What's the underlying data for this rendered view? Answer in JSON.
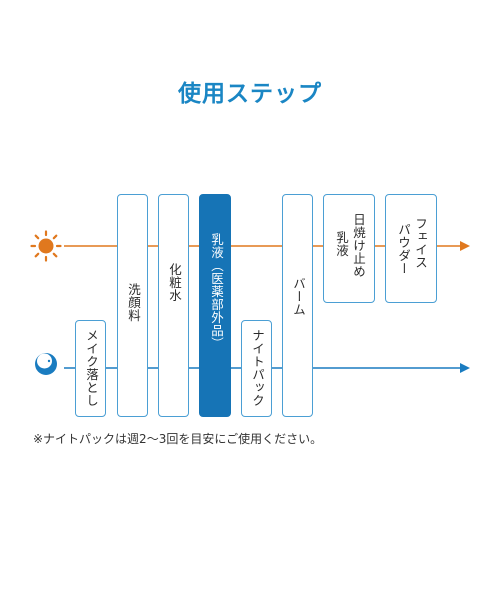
{
  "title": "使用ステップ",
  "icons": {
    "morning": "sun-icon",
    "night": "moon-icon"
  },
  "colors": {
    "title": "#1a86c4",
    "morning_line": "#e0781e",
    "night_line": "#1a7cc0",
    "box_border": "#4b9fd4",
    "active_fill": "#1674b6"
  },
  "steps": {
    "makeup_remover": "メイク落とし",
    "face_wash": "洗顔料",
    "toner": "化粧水",
    "emulsion": "乳液（医薬部外品）",
    "night_pack": "ナイトパック",
    "balm": "バーム",
    "sunscreen_col1": "日焼け止め",
    "sunscreen_col2": "乳液",
    "face_powder_col1": "フェイス",
    "face_powder_col2": "パウダー"
  },
  "note": "※ナイトパックは週2〜3回を目安にご使用ください。"
}
